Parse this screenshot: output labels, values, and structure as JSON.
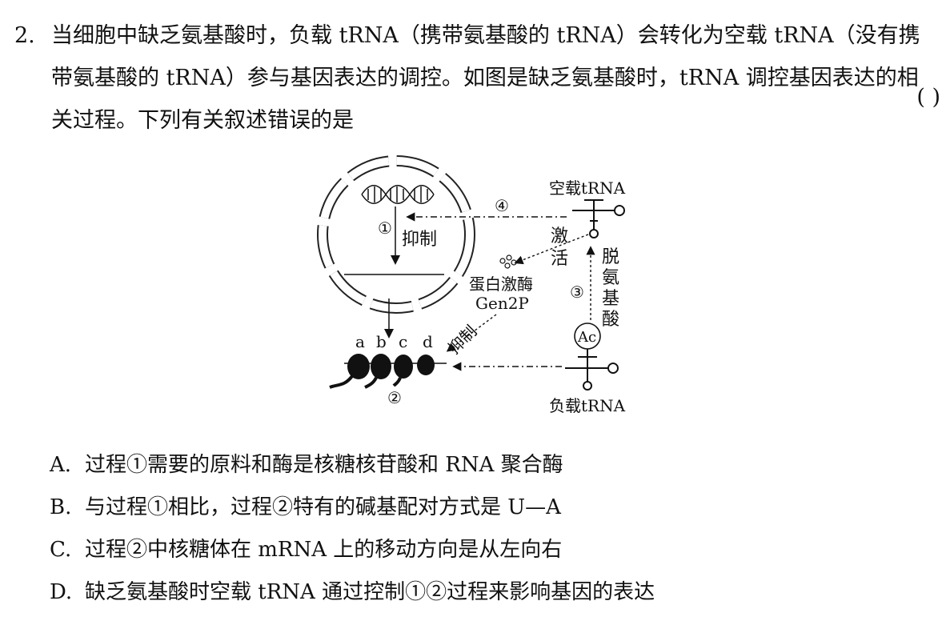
{
  "question": {
    "number": "2.",
    "lines": [
      "当细胞中缺乏氨基酸时，负载 tRNA（携带氨基酸的 tRNA）会转化为空载 tRNA（没有携",
      "带氨基酸的 tRNA）参与基因表达的调控。如图是缺乏氨基酸时，tRNA 调控基因表达的相",
      "关过程。下列有关叙述错误的是"
    ],
    "answer_bracket": "(        )"
  },
  "figure": {
    "labels": {
      "empty_trna": "空载tRNA",
      "loaded_trna": "负载tRNA",
      "step1": "①",
      "step2": "②",
      "step3": "③",
      "step4": "④",
      "inhibit1": "抑制",
      "inhibit2": "抑制",
      "activate_1": "激",
      "activate_2": "活",
      "deaminate_1": "脱",
      "deaminate_2": "氨",
      "deaminate_3": "基",
      "deaminate_4": "酸",
      "kinase_line1": "蛋白激酶",
      "kinase_line2": "Gen2P",
      "ribosome_a": "a",
      "ribosome_b": "b",
      "ribosome_c": "c",
      "ribosome_d": "d",
      "ac": "Ac"
    }
  },
  "options": [
    {
      "letter": "A.",
      "text": "过程①需要的原料和酶是核糖核苷酸和 RNA 聚合酶"
    },
    {
      "letter": "B.",
      "text": "与过程①相比，过程②特有的碱基配对方式是 U—A"
    },
    {
      "letter": "C.",
      "text": "过程②中核糖体在 mRNA 上的移动方向是从左向右"
    },
    {
      "letter": "D.",
      "text": "缺乏氨基酸时空载 tRNA 通过控制①②过程来影响基因的表达"
    }
  ]
}
